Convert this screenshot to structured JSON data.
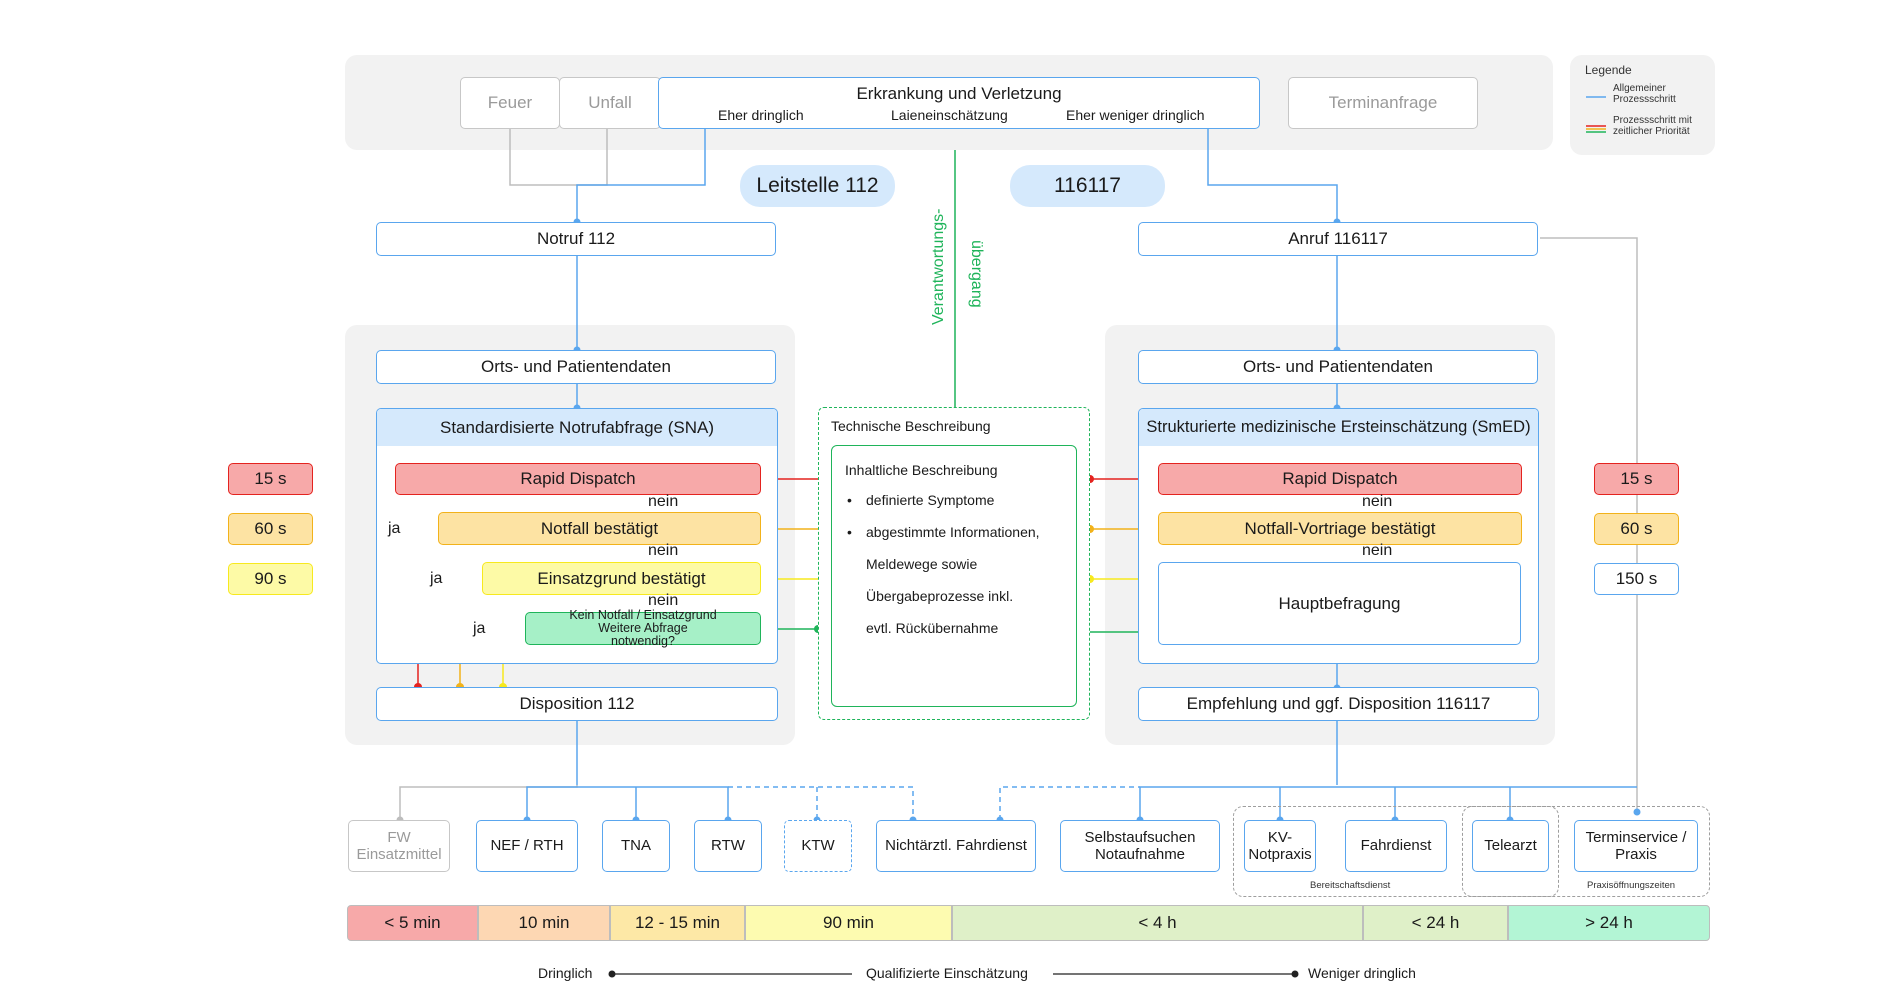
{
  "top": {
    "fire": "Feuer",
    "accident": "Unfall",
    "illness": "Erkrankung und Verletzung",
    "more_urgent": "Eher dringlich",
    "lay_assessment": "Laieneinschätzung",
    "less_urgent": "Eher weniger dringlich",
    "appointment": "Terminanfrage"
  },
  "legend": {
    "title": "Legende",
    "general": "Allgemeiner Prozessschritt",
    "timed": "Prozessschritt mit zeitlicher Priorität"
  },
  "centers": {
    "left": "Leitstelle 112",
    "right": "116117"
  },
  "left": {
    "call": "Notruf 112",
    "data": "Orts- und Patientendaten",
    "sna": "Standardisierte Notrufabfrage (SNA)",
    "rapid": "Rapid Dispatch",
    "confirmed": "Notfall bestätigt",
    "reason": "Einsatzgrund bestätigt",
    "no_emergency": "Kein Notfall / Einsatzgrund Weitere Abfrage notwendig?",
    "dispo": "Disposition 112"
  },
  "right": {
    "call": "Anruf 116117",
    "data": "Orts- und Patientendaten",
    "smed": "Strukturierte medizinische Ersteinschätzung (SmED)",
    "rapid": "Rapid Dispatch",
    "pretriage": "Notfall-Vortriage bestätigt",
    "main": "Hauptbefragung",
    "dispo": "Empfehlung und ggf. Disposition 116117"
  },
  "flow_words": {
    "no": "nein",
    "yes": "ja"
  },
  "handover": {
    "line1": "Verantwortungs-",
    "line2": "übergang"
  },
  "tech": {
    "title": "Technische Beschreibung",
    "inner_title": "Inhaltliche Beschreibung",
    "bullet1": "definierte Symptome",
    "bullet2_l1": "abgestimmte Informationen,",
    "bullet2_l2": "Meldewege sowie",
    "bullet2_l3": "Übergabeprozesse inkl.",
    "bullet2_l4": "evtl. Rückübernahme"
  },
  "times_left": [
    "15 s",
    "60 s",
    "90 s"
  ],
  "times_right": [
    "15 s",
    "60 s",
    "150 s"
  ],
  "resources": {
    "fw": "FW Einsatzmittel",
    "nef": "NEF / RTH",
    "tna": "TNA",
    "rtw": "RTW",
    "ktw": "KTW",
    "nonmed": "Nichtärztl. Fahrdienst",
    "self": "Selbstaufsuchen Notaufnahme",
    "kv": "KV- Notpraxis",
    "driver": "Fahrdienst",
    "tele": "Telearzt",
    "terminservice": "Terminservice / Praxis",
    "on_call": "Bereitschaftsdienst",
    "office_hours": "Praxisöffnungszeiten"
  },
  "timeline": [
    "< 5 min",
    "10 min",
    "12 - 15 min",
    "90 min",
    "< 4 h",
    "< 24 h",
    "> 24 h"
  ],
  "timeline_colors": [
    "#f7a9a9",
    "#fdd7b3",
    "#fde8a6",
    "#fdfbb0",
    "#dff0c8",
    "#dff0c8",
    "#b3f5d5"
  ],
  "scale": {
    "left": "Dringlich",
    "middle": "Qualifizierte Einschätzung",
    "right": "Weniger dringlich"
  },
  "colors": {
    "general": "#5aa6ee",
    "red": "#e4231f",
    "orange": "#f2b21a",
    "yellow": "#f7e91e",
    "green": "#1fb45a",
    "gray": "#bdbdbd"
  }
}
